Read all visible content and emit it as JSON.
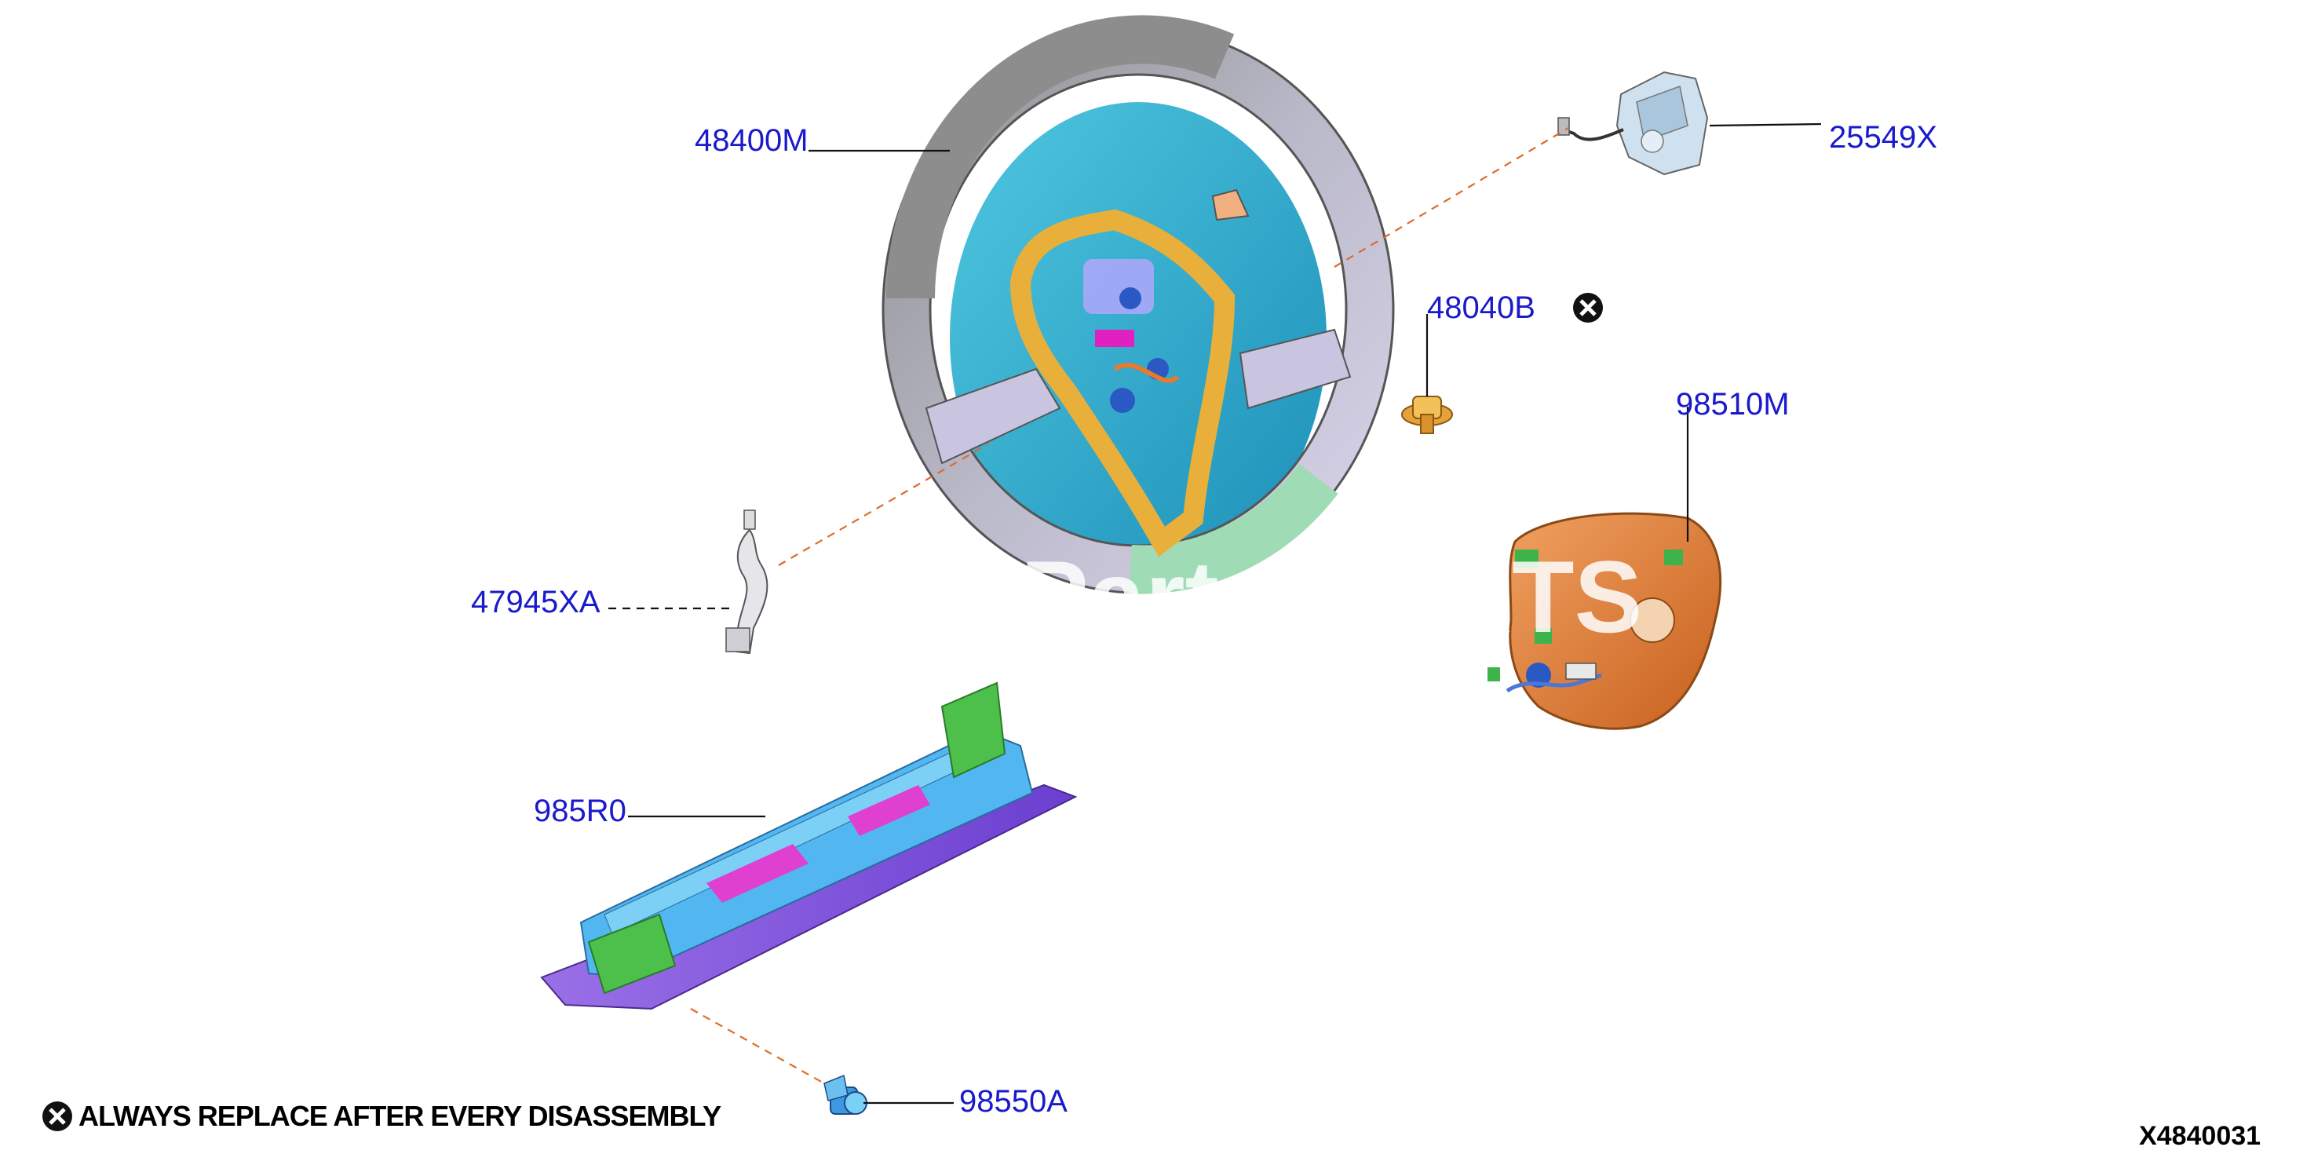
{
  "parts": {
    "steering_wheel": "48400M",
    "switch_assembly": "25549X",
    "bolt": "48040B",
    "driver_airbag": "98510M",
    "clock_spring_sensor": "47945XA",
    "knee_airbag": "985R0",
    "knee_airbag_bolt": "98550A"
  },
  "note": "ALWAYS REPLACE AFTER EVERY DISASSEMBLY",
  "diagram_code": "X4840031",
  "watermark": "Parts   PARTS",
  "icons": {
    "replace_marker": "cross-circle-icon"
  },
  "colors": {
    "label": "#1a1acc",
    "leader_dashed": "#e06a2c"
  }
}
